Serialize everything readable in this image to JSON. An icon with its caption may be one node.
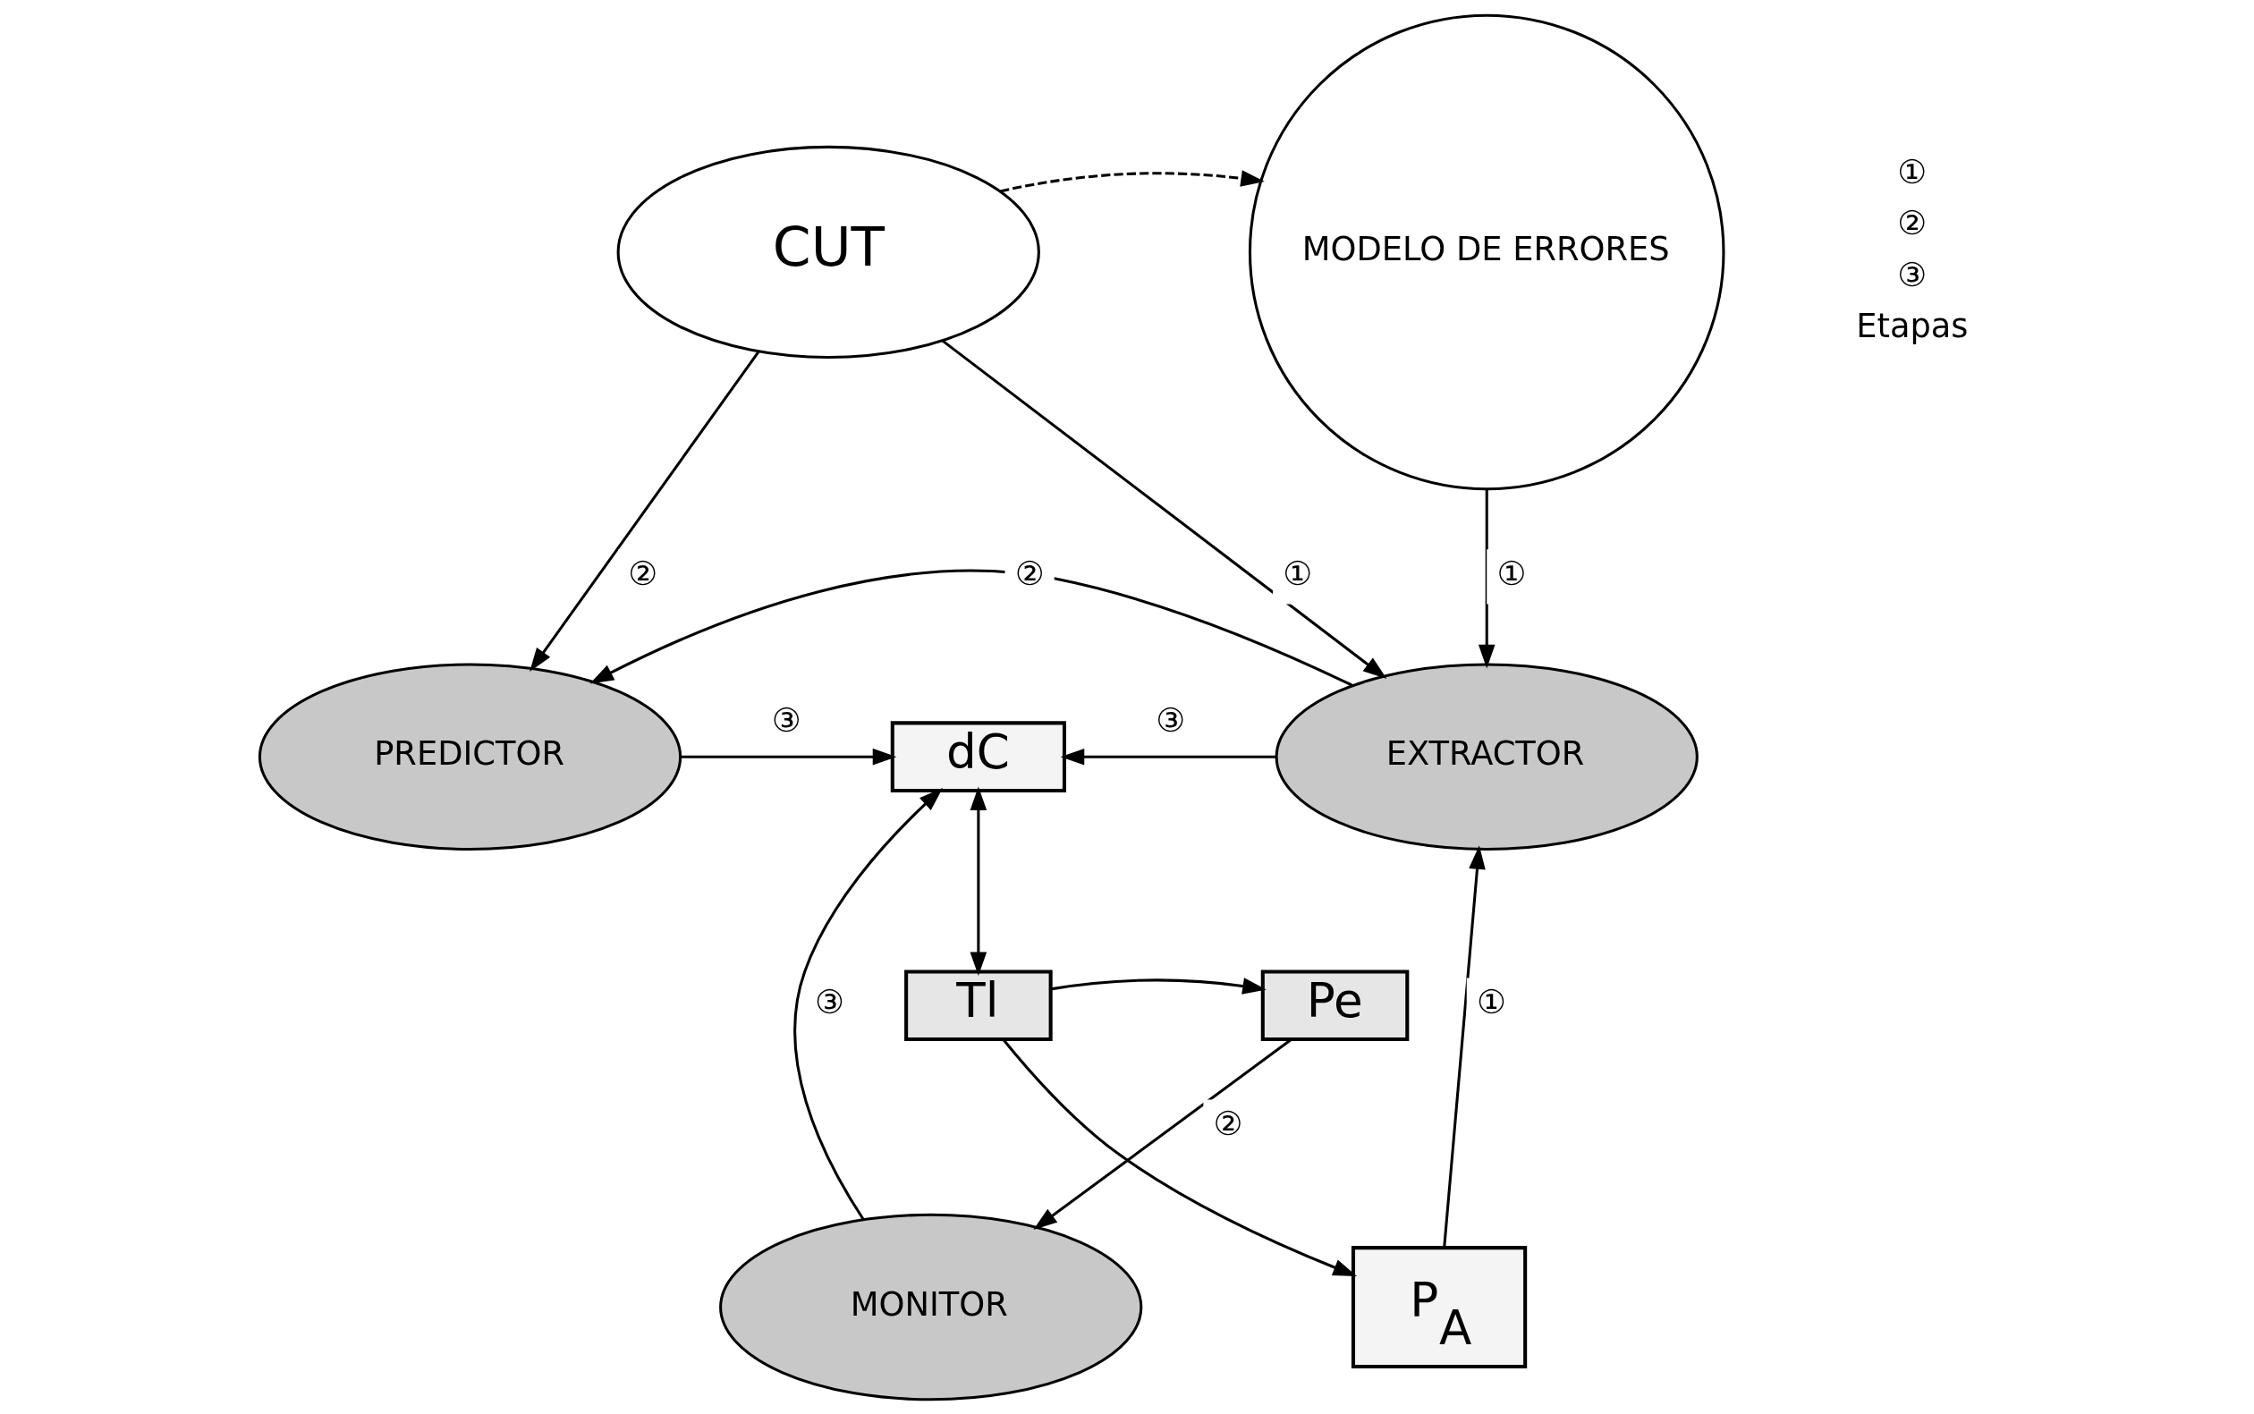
{
  "diagram": {
    "nodes": [
      {
        "text": [
          "CUT"
        ]
      },
      {
        "text": [
          "MODELO DE ERRORES"
        ]
      },
      {
        "text": [
          "PREDICTOR"
        ]
      },
      {
        "text": [
          "EXTRACTOR"
        ]
      },
      {
        "text": [
          "dC"
        ]
      },
      {
        "text": [
          "MONITOR"
        ]
      },
      {
        "text": [
          "Pe"
        ]
      },
      {
        "text": [
          "Tl"
        ]
      },
      {
        "text": [
          "P$_{A}$"
        ]
      }
    ],
    "edges": [
      {
        "from": 0,
        "to": 1,
        "arrow": "to",
        "style": "dashed"
      },
      {
        "from": 0,
        "to": 2,
        "arrow": "to",
        "label": "②"
      },
      {
        "from": 0,
        "to": 3,
        "arrow": "to",
        "label": "①"
      },
      {
        "from": 1,
        "to": 3,
        "arrow": "to",
        "label": "①"
      },
      {
        "from": 3,
        "to": 2,
        "arrow": "to",
        "label": "②"
      },
      {
        "from": 2,
        "to": 4,
        "arrow": "to",
        "label": "③"
      },
      {
        "from": 3,
        "to": 4,
        "arrow": "to",
        "label": "③"
      },
      {
        "from": 5,
        "to": 4,
        "arrow": "to",
        "label": "③"
      },
      {
        "from": 4,
        "to": 7,
        "arrow": "both"
      },
      {
        "from": 7,
        "to": 6,
        "arrow": "to"
      },
      {
        "from": 6,
        "to": 5,
        "arrow": "to",
        "label": "②"
      },
      {
        "from": 7,
        "to": 8,
        "arrow": "to"
      },
      {
        "from": 8,
        "to": 3,
        "arrow": "to",
        "label": "①"
      }
    ],
    "labels": [
      "①",
      "②",
      "③",
      "Etapas"
    ]
  }
}
